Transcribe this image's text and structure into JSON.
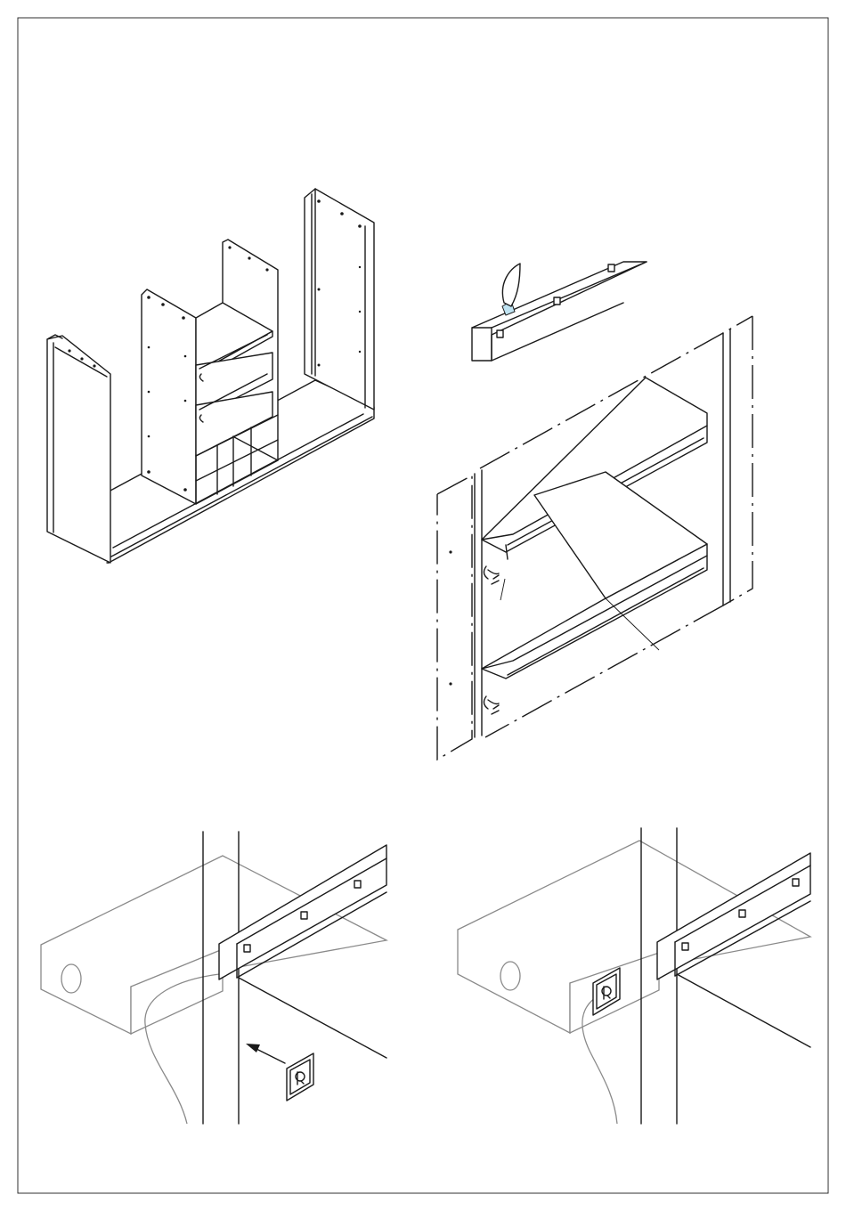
{
  "figure": {
    "kind": "assembly-instruction-sheet",
    "panels": [
      "cabinet-overview",
      "led-strip-installation",
      "switch-before",
      "switch-after"
    ],
    "colors": {
      "line": "#1a1a1a",
      "cable": "#8a8a8a",
      "adhesive_tape": "#bfe3f2",
      "background": "#ffffff"
    },
    "icons": [
      "arrow-icon",
      "wall-switch-icon",
      "utility-knife-icon"
    ]
  }
}
